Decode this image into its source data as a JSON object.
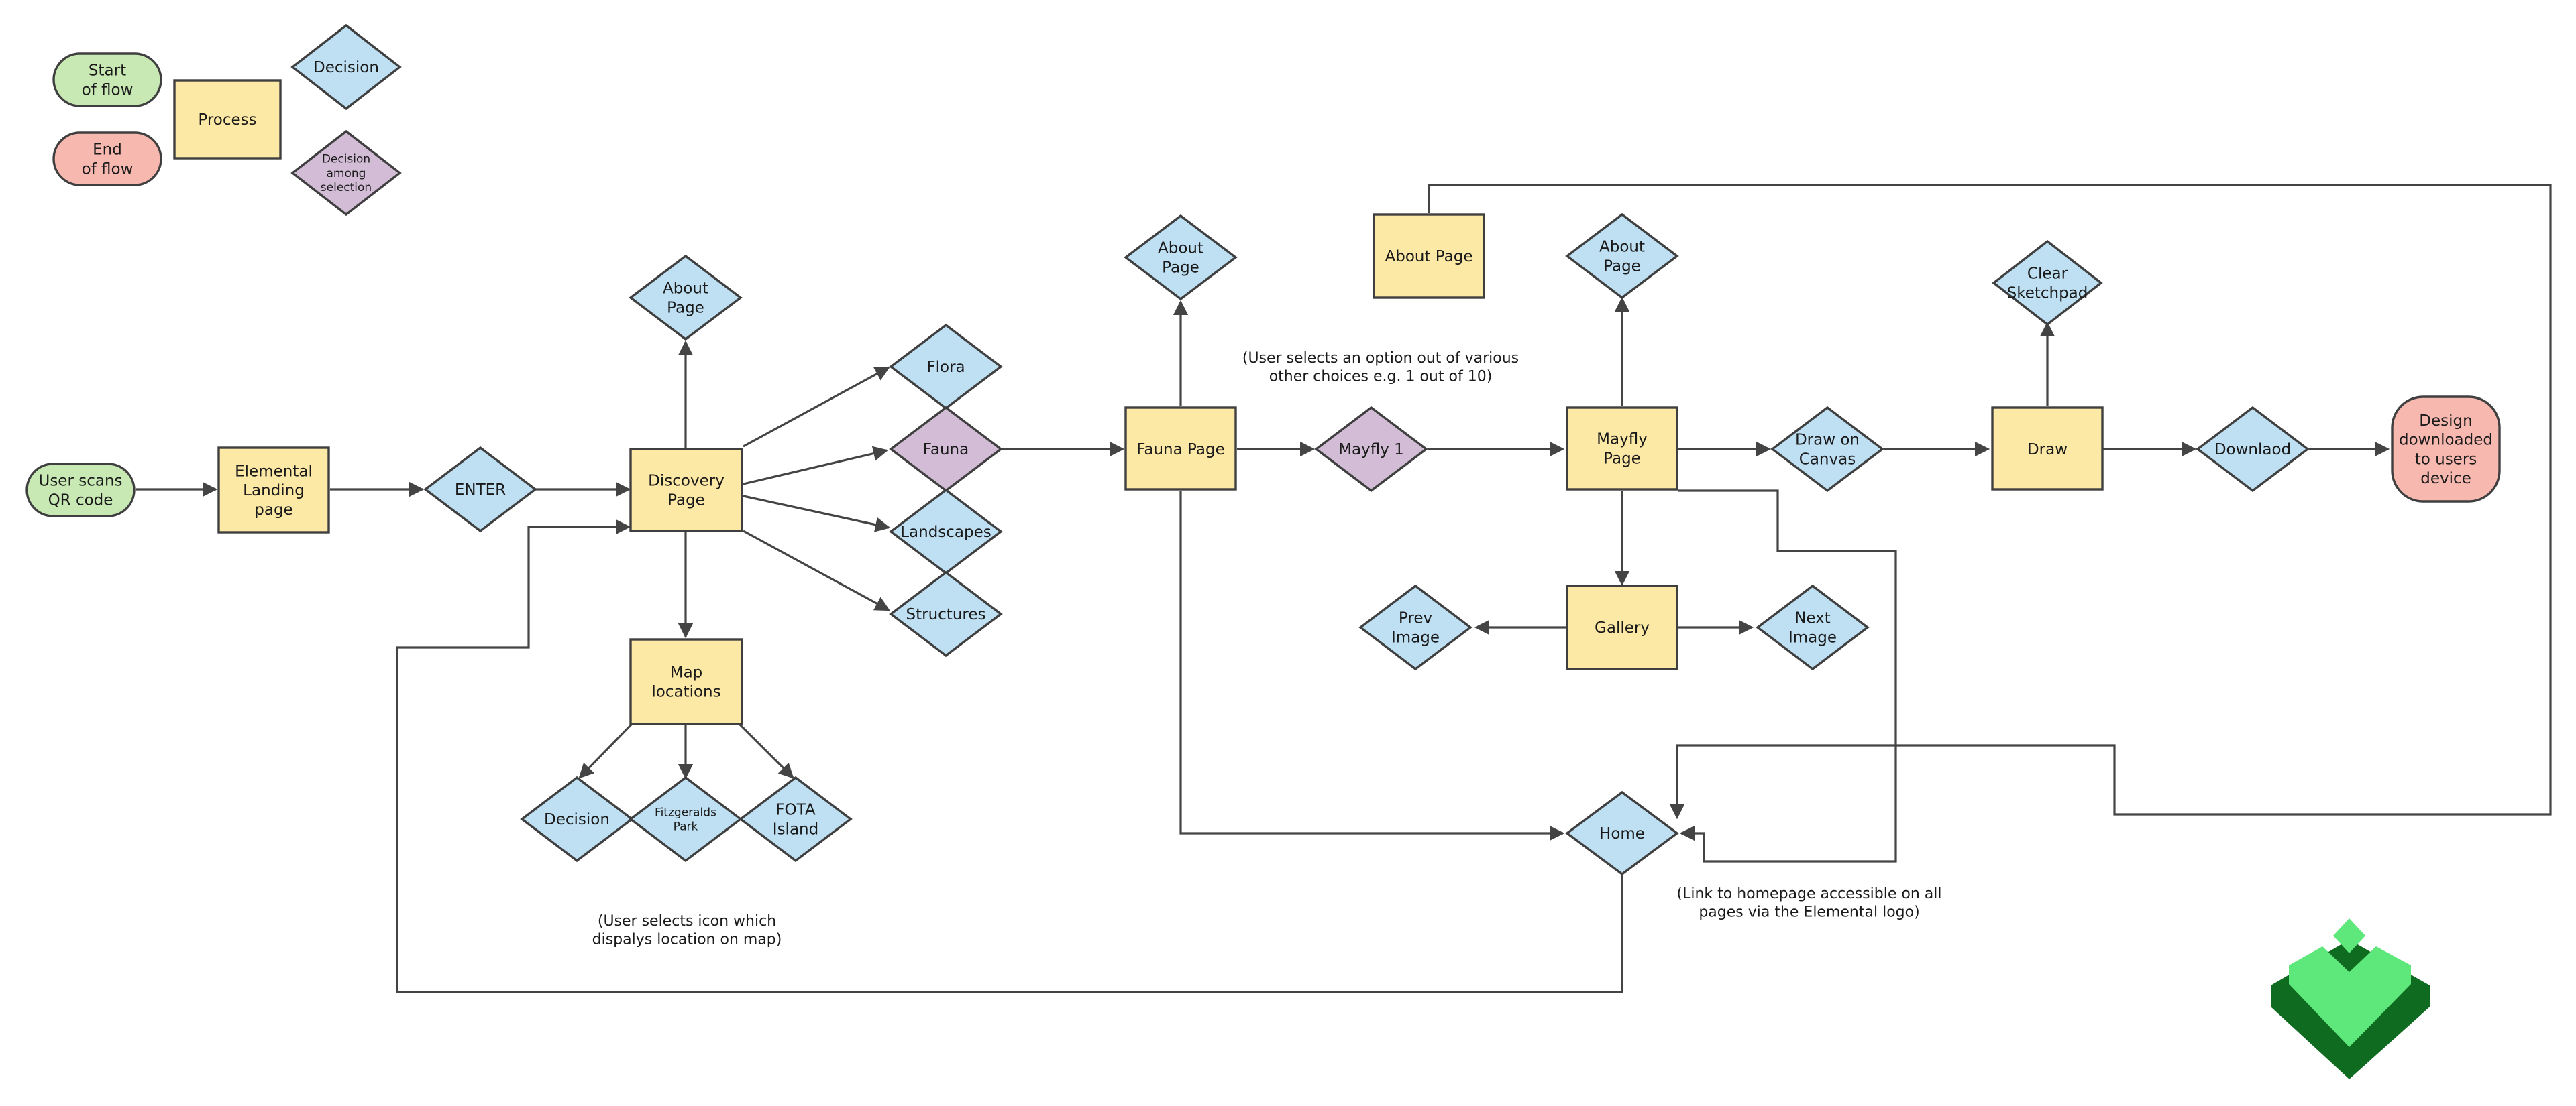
{
  "colors": {
    "start": "#c8e8b4",
    "end": "#f7b8b0",
    "process": "#fde9a6",
    "decision": "#bfe0f3",
    "selection": "#d2bcd6",
    "line": "#444444",
    "logo_light": "#5ee77a",
    "logo_dark": "#0f6b20"
  },
  "legend": {
    "start": "Start\nof flow",
    "end": "End\nof flow",
    "process": "Process",
    "decision": "Decision",
    "selection": "Decision\namong\nselection"
  },
  "nodes": {
    "qr": "User scans\nQR code",
    "landing": "Elemental\nLanding\npage",
    "enter": "ENTER",
    "discovery": "Discovery\nPage",
    "about1": "About\nPage",
    "map": "Map\nlocations",
    "decision_map": "Decision",
    "fitzgeralds": "Fitzgeralds\nPark",
    "fota": "FOTA\nIsland",
    "flora": "Flora",
    "fauna": "Fauna",
    "landscapes": "Landscapes",
    "structures": "Structures",
    "fauna_page": "Fauna Page",
    "about2": "About\nPage",
    "mayfly1": "Mayfly 1",
    "about_page_box": "About Page",
    "mayfly_page": "Mayfly\nPage",
    "about3": "About\nPage",
    "gallery": "Gallery",
    "prev": "Prev\nImage",
    "next": "Next\nImage",
    "draw_canvas": "Draw on\nCanvas",
    "draw": "Draw",
    "clear": "Clear\nSketchpad",
    "download": "Downlaod",
    "design": "Design\ndownloaded\nto users\ndevice",
    "home": "Home"
  },
  "notes": {
    "options": "(User selects an option out of various\nother choices e.g. 1 out of 10)",
    "map_icon": "(User selects icon which\ndispalys location on map)",
    "home_link": "(Link to homepage accessible on all\npages via the Elemental logo)"
  },
  "logo": {
    "name": "Elemental logo"
  }
}
